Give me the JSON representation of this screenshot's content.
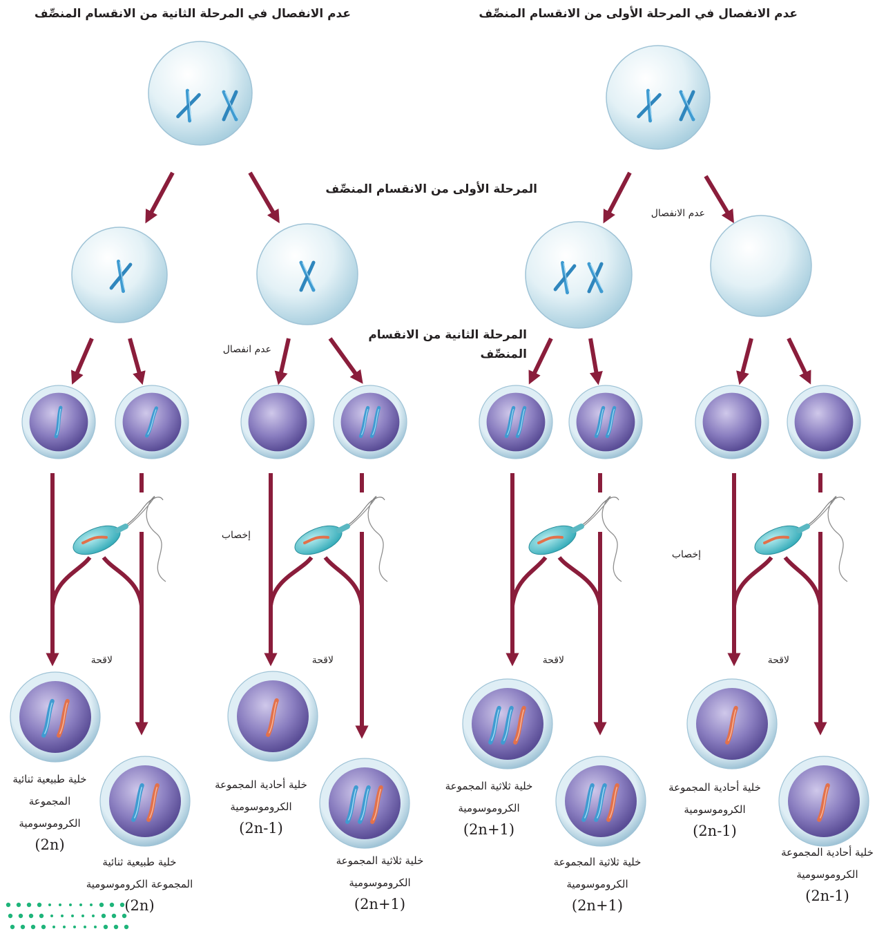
{
  "headers": {
    "left": "عدم الانفصال في المرحلة الثانية من الانقسام المنصِّف",
    "right": "عدم الانفصال في المرحلة الأولى من الانقسام المنصِّف"
  },
  "stages": {
    "meiosis1": "المرحلة الأولى من الانقسام المنصِّف",
    "meiosis2": "المرحلة الثانية من الانقسام المنصِّف"
  },
  "events": {
    "nondisjunction_right": "عدم الانفصال",
    "nondisjunction_left": "عدم انفصال",
    "fertilization": "إخصاب",
    "zygote": "لاقحة"
  },
  "results": {
    "normal_diploid": "خلية طبيعية ثنائية المجموعة الكروموسومية",
    "monosomic": "خلية أحادية المجموعة الكروموسومية",
    "trisomic": "خلية ثلاثية المجموعة الكروموسومية",
    "formula_2n": "(2n)",
    "formula_monosomic": "(2n-1)",
    "formula_trisomic": "(2n+1)"
  },
  "colors": {
    "arrow": "#8a1d3b",
    "parent_cell": "#cfe6ef",
    "gamete_cell": "#8c7fc2",
    "maternal_chromosome": "#3f9bd1",
    "paternal_chromosome": "#e2714b",
    "sperm": "#55c0cc",
    "logo": "#1eb47a"
  }
}
